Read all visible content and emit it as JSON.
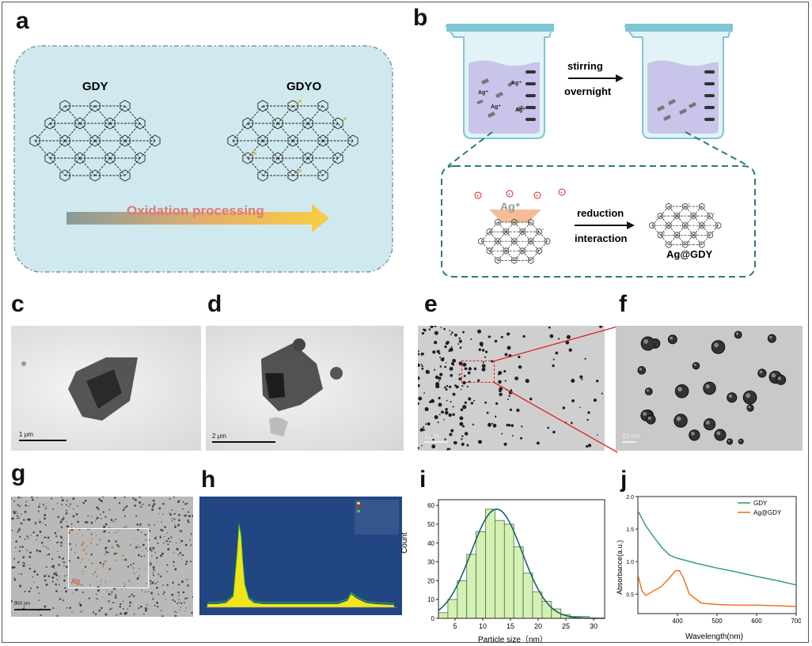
{
  "panels": {
    "a": {
      "label": "a",
      "gdy": "GDY",
      "gdyo": "GDYO",
      "arrow_text": "Oxidation processing"
    },
    "b": {
      "label": "b",
      "ag_plus": "Ag⁺",
      "step1_top": "stirring",
      "step1_bottom": "overnight",
      "step2_top": "reduction",
      "step2_bottom": "interaction",
      "product": "Ag@GDY",
      "ion_big": "Ag⁺"
    },
    "c": {
      "label": "c",
      "scale": "1 μm"
    },
    "d": {
      "label": "d",
      "scale": "2 μm"
    },
    "e": {
      "label": "e",
      "scale": "1 μm"
    },
    "f": {
      "label": "f",
      "scale": "20 nm"
    },
    "g": {
      "label": "g",
      "scale": "500 nm",
      "element": "Ag"
    },
    "h": {
      "label": "h"
    },
    "i": {
      "label": "i"
    },
    "j": {
      "label": "j"
    }
  },
  "colors": {
    "panel_a_bg": "#cfe9ee",
    "panel_a_border": "#7a9aa5",
    "beaker_liquid": "#c8c4ea",
    "beaker_rim": "#7fc6d6",
    "dashed_teal": "#2a7a80",
    "zoom_red": "#e02020",
    "hist_fill": "#d6efb4",
    "hist_edge": "#3b7b3b",
    "fit_line": "#1d5f6b",
    "gdy_line": "#2a9a68",
    "aggdy_line": "#f06a10",
    "eds_bg": "#1e3a78"
  },
  "chart_data": [
    {
      "type": "bar",
      "panel": "i",
      "xlabel": "Particle size（nm）",
      "ylabel": "Count",
      "xlim": [
        2,
        32
      ],
      "ylim": [
        0,
        63
      ],
      "xticks": [
        5,
        10,
        15,
        20,
        25,
        30
      ],
      "yticks": [
        0,
        10,
        20,
        30,
        40,
        50,
        60
      ],
      "bin_width": 1.7,
      "bin_starts": [
        2.0,
        3.7,
        5.4,
        7.1,
        8.8,
        10.5,
        12.2,
        13.9,
        15.6,
        17.3,
        19.0,
        20.7,
        22.4,
        24.1,
        25.8,
        27.5,
        29.2
      ],
      "values": [
        3,
        10,
        20,
        34,
        46,
        58,
        52,
        50,
        38,
        24,
        14,
        9,
        5,
        2,
        1,
        1,
        0
      ],
      "fit": {
        "type": "gaussian",
        "mean": 12.5,
        "sigma": 4.6,
        "peak": 58
      }
    },
    {
      "type": "line",
      "panel": "j",
      "xlabel": "Wavelength(nm)",
      "ylabel": "Absorbance(a.u.)",
      "xlim": [
        300,
        700
      ],
      "ylim": [
        0.2,
        2.0
      ],
      "xticks": [
        400,
        500,
        600,
        700
      ],
      "yticks": [
        0.5,
        1.0,
        1.5,
        2.0
      ],
      "legend_position": "top-right",
      "series": [
        {
          "name": "GDY",
          "x": [
            300,
            320,
            340,
            360,
            380,
            400,
            450,
            500,
            550,
            600,
            650,
            700
          ],
          "y": [
            1.78,
            1.55,
            1.38,
            1.22,
            1.1,
            1.05,
            0.97,
            0.9,
            0.84,
            0.77,
            0.71,
            0.64
          ]
        },
        {
          "name": "Ag@GDY",
          "x": [
            300,
            310,
            320,
            340,
            360,
            380,
            395,
            405,
            415,
            430,
            460,
            500,
            550,
            600,
            650,
            700
          ],
          "y": [
            0.8,
            0.55,
            0.48,
            0.55,
            0.62,
            0.75,
            0.86,
            0.86,
            0.75,
            0.5,
            0.36,
            0.34,
            0.33,
            0.33,
            0.32,
            0.31
          ]
        }
      ]
    },
    {
      "type": "line",
      "panel": "h",
      "x": [
        0,
        5,
        10,
        14,
        16,
        17,
        18,
        19,
        20,
        22,
        25,
        30,
        40,
        60,
        70,
        75,
        77,
        80,
        85,
        90,
        100
      ],
      "y": [
        3,
        3,
        4,
        10,
        50,
        75,
        65,
        40,
        20,
        8,
        4,
        3,
        3,
        3,
        3,
        6,
        12,
        8,
        4,
        3,
        2
      ]
    }
  ]
}
